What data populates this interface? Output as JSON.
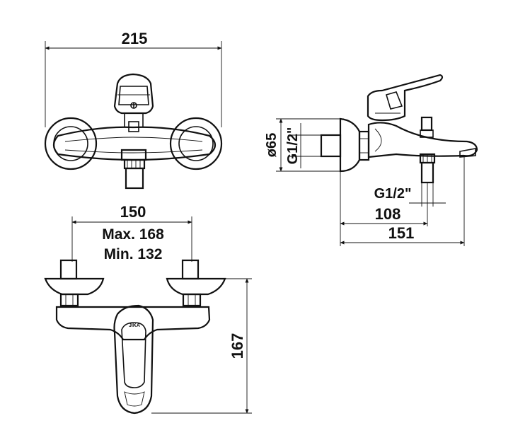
{
  "dimensions": {
    "top_width": "215",
    "front_inlet_spacing": "150",
    "front_max": "Max. 168",
    "front_min": "Min. 132",
    "front_height": "167",
    "side_diameter": "ø65",
    "side_inlet_thread": "G1/2\"",
    "side_outlet_thread": "G1/2\"",
    "side_outlet_depth": "108",
    "side_total_depth": "151"
  },
  "logo_text": "JIKA"
}
